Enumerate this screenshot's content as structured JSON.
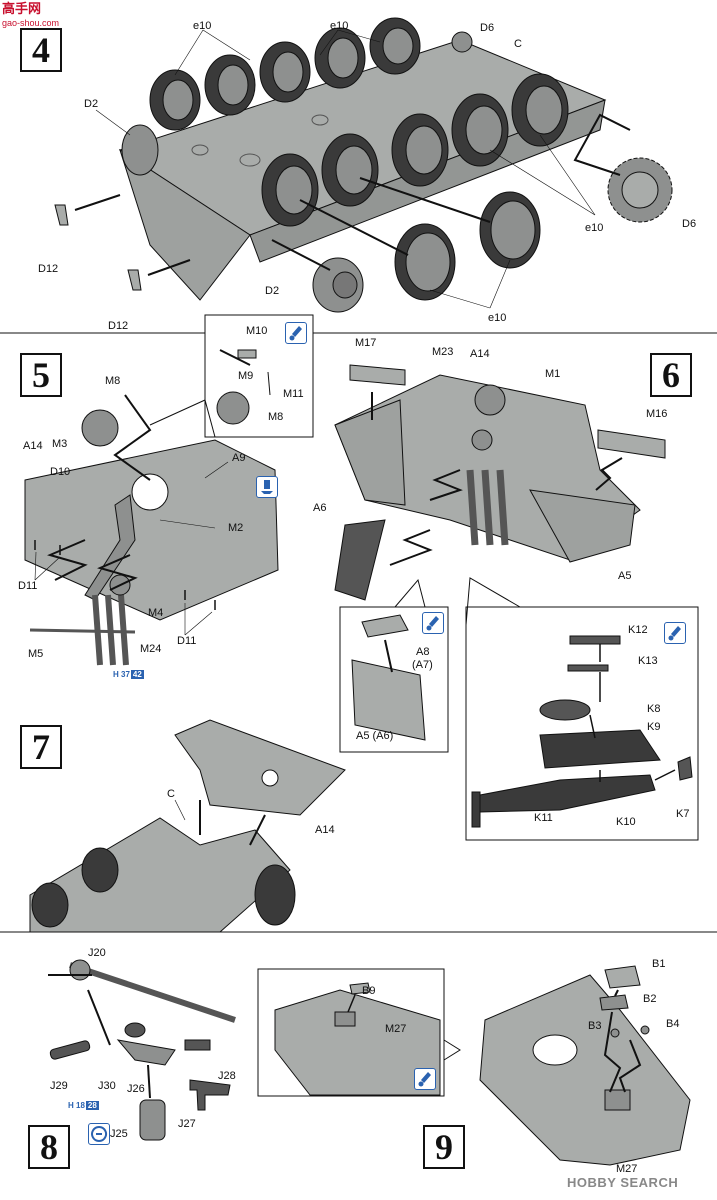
{
  "logo": {
    "text": "高手网",
    "sub": "gao-shou.com"
  },
  "watermark": "HOBBY SEARCH",
  "steps": {
    "s4": "4",
    "s5": "5",
    "s6": "6",
    "s7": "7",
    "s8": "8",
    "s9": "9"
  },
  "step4": {
    "labels": {
      "e10_a": "e10",
      "e10_b": "e10",
      "d6_top": "D6",
      "c": "C",
      "d2_left": "D2",
      "d12_a": "D12",
      "d12_b": "D12",
      "d2_bottom": "D2",
      "e10_c": "e10",
      "e10_d": "e10",
      "d6_right": "D6"
    }
  },
  "step5": {
    "labels": {
      "m10": "M10",
      "m9": "M9",
      "m11": "M11",
      "m8_inset": "M8",
      "m8": "M8",
      "a14": "A14",
      "m3": "M3",
      "d10": "D10",
      "a9": "A9",
      "m2": "M2",
      "d11_a": "D11",
      "m4": "M4",
      "m5": "M5",
      "m24": "M24",
      "d11_b": "D11"
    },
    "ref": {
      "prefix": "H",
      "page": "37",
      "num": "42"
    }
  },
  "step6": {
    "labels": {
      "m17": "M17",
      "m23": "M23",
      "a14": "A14",
      "m1": "M1",
      "m16": "M16",
      "a6": "A6",
      "a5": "A5",
      "a8": "A8",
      "a7": "(A7)",
      "a5_inset": "A5 (A6)",
      "k12": "K12",
      "k13": "K13",
      "k8": "K8",
      "k9": "K9",
      "k11": "K11",
      "k10": "K10",
      "k7": "K7"
    }
  },
  "step7": {
    "labels": {
      "c": "C",
      "a14": "A14"
    }
  },
  "step8": {
    "labels": {
      "j20": "J20",
      "j29": "J29",
      "j30": "J30",
      "j26": "J26",
      "j28": "J28",
      "j27": "J27",
      "j25": "J25"
    },
    "ref": {
      "prefix": "H",
      "page": "18",
      "num": "28"
    }
  },
  "step9": {
    "labels": {
      "b9": "B9",
      "m27_inset": "M27",
      "b1": "B1",
      "b2": "B2",
      "b3": "B3",
      "b4": "B4",
      "m27": "M27"
    }
  },
  "colors": {
    "part_gray": "#a9acaa",
    "tire_dark": "#3a3a3a",
    "line": "#111111",
    "accent_blue": "#2a62b0"
  }
}
